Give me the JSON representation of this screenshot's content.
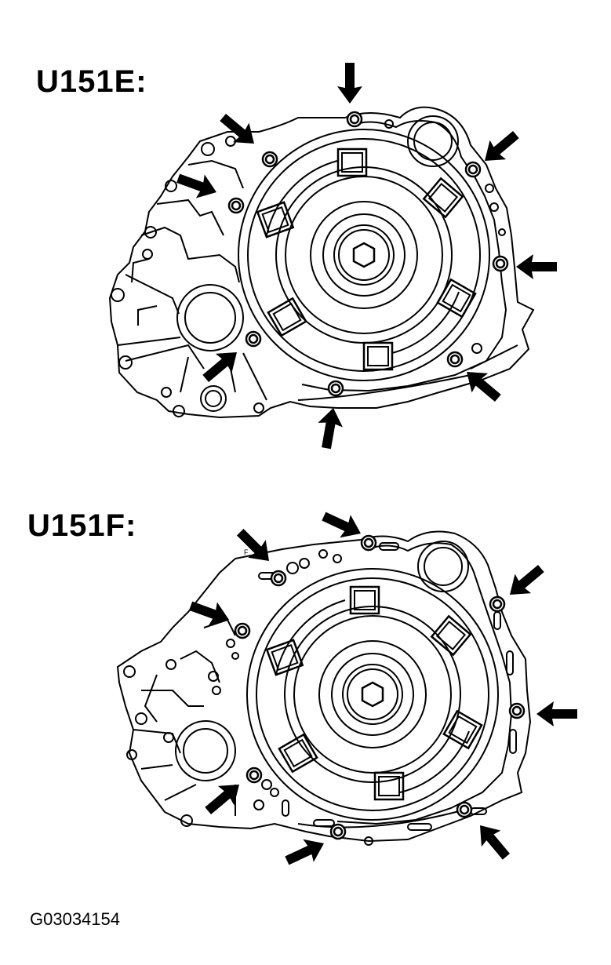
{
  "labels": {
    "u151e": "U151E:",
    "u151f": "U151F:",
    "figure_code": "G03034154",
    "small_mark": "F"
  },
  "colors": {
    "ink": "#000000",
    "paper": "#ffffff"
  }
}
